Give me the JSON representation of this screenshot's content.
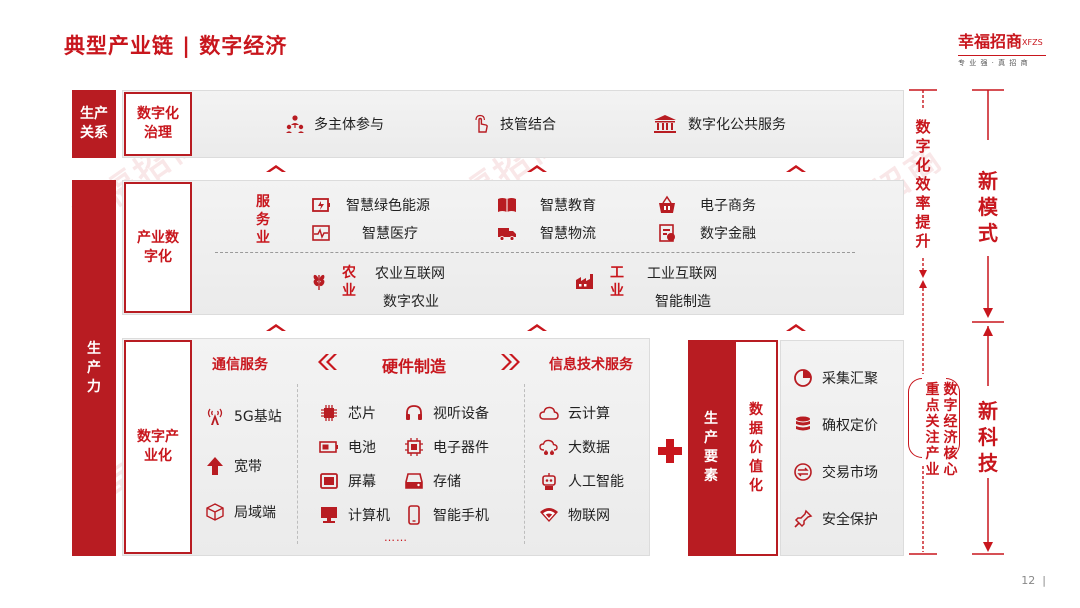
{
  "header": {
    "title": "典型产业链 | 数字经济",
    "logo_name": "幸福招商",
    "logo_mark": "XFZS",
    "logo_slogan": "专 业 强 · 真 招 商"
  },
  "left_labels": {
    "relations": "生产关系",
    "productivity": "生产力"
  },
  "governance": {
    "label": "数字化治理",
    "items": [
      {
        "icon": "people-network-icon",
        "label": "多主体参与"
      },
      {
        "icon": "touch-hand-icon",
        "label": "技管结合"
      },
      {
        "icon": "public-building-icon",
        "label": "数字化公共服务"
      }
    ]
  },
  "industry": {
    "label": "产业数字化",
    "service_label": "服务业",
    "services": [
      {
        "icon": "energy-icon",
        "label": "智慧绿色能源"
      },
      {
        "icon": "medical-icon",
        "label": "智慧医疗"
      },
      {
        "icon": "book-icon",
        "label": "智慧教育"
      },
      {
        "icon": "truck-icon",
        "label": "智慧物流"
      },
      {
        "icon": "basket-icon",
        "label": "电子商务"
      },
      {
        "icon": "finance-icon",
        "label": "数字金融"
      }
    ],
    "agri_label": "农业",
    "agri_items": [
      "农业互联网",
      "数字农业"
    ],
    "industry_label": "工业",
    "industry_items": [
      "工业互联网",
      "智能制造"
    ]
  },
  "digital_industry": {
    "label": "数字产业化",
    "comm_head": "通信服务",
    "hw_head": "硬件制造",
    "it_head": "信息技术服务",
    "comm_items": [
      {
        "icon": "antenna-icon",
        "label": "5G基站"
      },
      {
        "icon": "arrow-up-icon",
        "label": "宽带"
      },
      {
        "icon": "cube-icon",
        "label": "局域端"
      }
    ],
    "hw_items": [
      {
        "icon": "chip-icon",
        "label": "芯片"
      },
      {
        "icon": "headphones-icon",
        "label": "视听设备"
      },
      {
        "icon": "battery-icon",
        "label": "电池"
      },
      {
        "icon": "component-icon",
        "label": "电子器件"
      },
      {
        "icon": "screen-icon",
        "label": "屏幕"
      },
      {
        "icon": "storage-icon",
        "label": "存储"
      },
      {
        "icon": "computer-icon",
        "label": "计算机"
      },
      {
        "icon": "phone-icon",
        "label": "智能手机"
      }
    ],
    "it_items": [
      {
        "icon": "cloud-icon",
        "label": "云计算"
      },
      {
        "icon": "bigdata-icon",
        "label": "大数据"
      },
      {
        "icon": "robot-icon",
        "label": "人工智能"
      },
      {
        "icon": "wifi-icon",
        "label": "物联网"
      }
    ],
    "more": "……"
  },
  "factors": {
    "label": "生产要素",
    "value_label": "数据价值化",
    "items": [
      {
        "icon": "pie-icon",
        "label": "采集汇聚"
      },
      {
        "icon": "coins-icon",
        "label": "确权定价"
      },
      {
        "icon": "exchange-icon",
        "label": "交易市场"
      },
      {
        "icon": "pin-icon",
        "label": "安全保护"
      }
    ]
  },
  "right": {
    "efficiency": "数字化效率提升",
    "focus": "（数字经济核心重点关注产业）",
    "focus_col1": "数字经济核心",
    "focus_col2": "重点关注产业",
    "new_model": "新模式",
    "new_tech": "新科技"
  },
  "page_number": "12",
  "colors": {
    "accent": "#c8161d",
    "dark_red": "#b81c22",
    "band": "#efefef"
  }
}
